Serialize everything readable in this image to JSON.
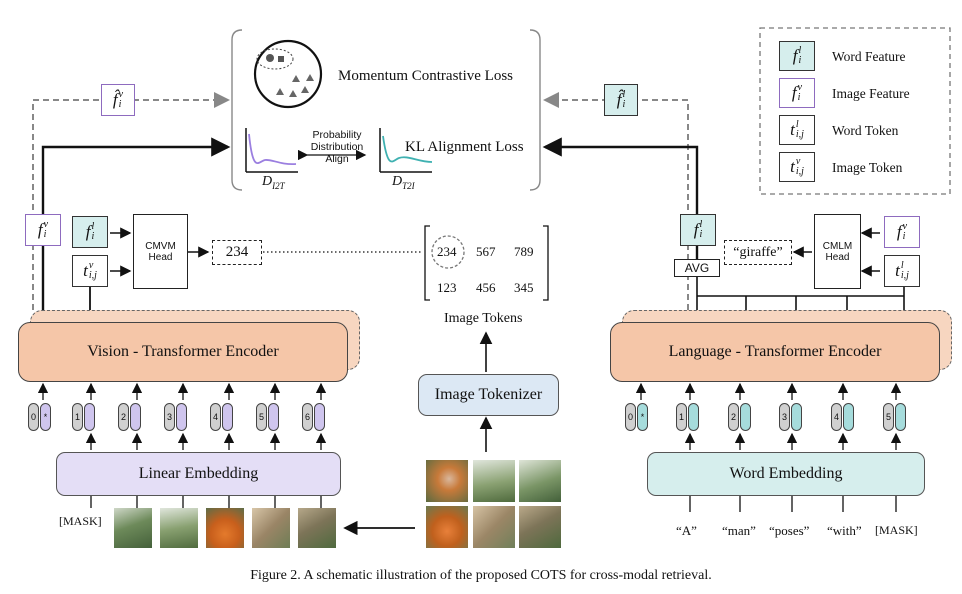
{
  "loss": {
    "momentum": "Momentum Contrastive Loss",
    "kl": "KL Alignment Loss",
    "prob_dist_lines": [
      "Probability",
      "Distribution",
      "Align"
    ],
    "d_i2t": "D",
    "d_i2t_sub": "I2T",
    "d_t2i": "D",
    "d_t2i_sub": "T2I"
  },
  "legend": {
    "items": [
      {
        "symbol": "f",
        "sup": "l",
        "sub": "i",
        "label": "Word Feature"
      },
      {
        "symbol": "f",
        "sup": "v",
        "sub": "i",
        "label": "Image Feature"
      },
      {
        "symbol": "t",
        "sup": "l",
        "sub": "i,j",
        "label": "Word Token"
      },
      {
        "symbol": "t",
        "sup": "v",
        "sub": "i,j",
        "label": "Image Token"
      }
    ]
  },
  "vision": {
    "encoder": "Vision - Transformer Encoder",
    "embedding": "Linear Embedding",
    "head_lines": [
      "CMVM",
      "Head"
    ],
    "pred": "234",
    "pills": [
      "0",
      "1",
      "2",
      "3",
      "4",
      "5",
      "6"
    ],
    "star": "*",
    "mask": "[MASK]"
  },
  "language": {
    "encoder": "Language - Transformer Encoder",
    "embedding": "Word Embedding",
    "head_lines": [
      "CMLM",
      "Head"
    ],
    "pred": "“giraffe”",
    "avg": "AVG",
    "pills": [
      "0",
      "1",
      "2",
      "3",
      "4",
      "5"
    ],
    "star": "*",
    "words": [
      "“A”",
      "“man”",
      "“poses”",
      "“with”",
      "[MASK]"
    ]
  },
  "tokens": {
    "row1": [
      "234",
      "567",
      "789"
    ],
    "row2": [
      "123",
      "456",
      "345"
    ],
    "caption": "Image Tokens",
    "tokenizer": "Image Tokenizer"
  },
  "features": {
    "f": "f",
    "fhat": "f̂",
    "t": "t",
    "sup_v": "v",
    "sup_l": "l",
    "sub_i": "i",
    "sub_ij": "i,j"
  },
  "caption": "Figure 2. A schematic illustration of the proposed COTS for cross-modal retrieval.",
  "colors": {
    "encoder": "#f5c6a8",
    "vision_embed": "#e4def6",
    "word_embed": "#d6eeed",
    "tokenizer": "#dce8f4",
    "image_feature_border": "#8e6bbf",
    "word_feature_fill": "#d6eeed",
    "curve_i2t": "#9b7fe0",
    "curve_t2i": "#3fb1b1"
  }
}
